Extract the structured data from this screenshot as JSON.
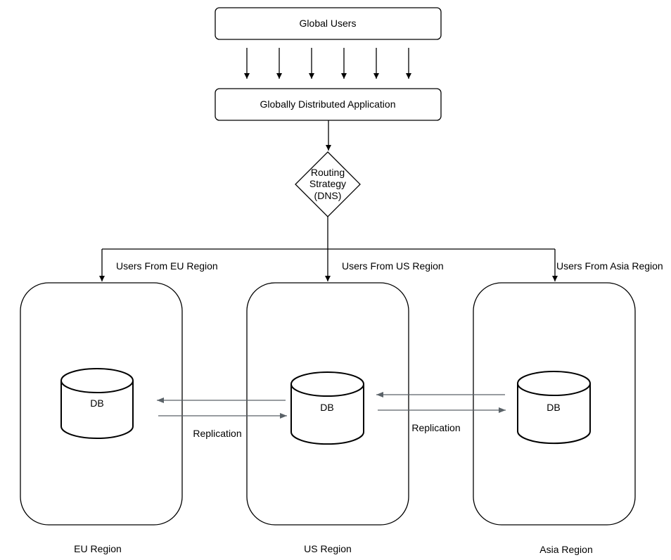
{
  "diagram": {
    "nodes": {
      "global_users": "Global Users",
      "app": "Globally Distributed Application",
      "routing": [
        "Routing",
        "Strategy",
        "(DNS)"
      ]
    },
    "edge_labels": {
      "eu": "Users From EU Region",
      "us": "Users From US Region",
      "asia": "Users From Asia Region",
      "replication_eu_us": "Replication",
      "replication_us_asia": "Replication"
    },
    "regions": {
      "eu": {
        "label": "EU Region",
        "db": "DB"
      },
      "us": {
        "label": "US Region",
        "db": "DB"
      },
      "asia": {
        "label": "Asia Region",
        "db": "DB"
      }
    }
  },
  "colors": {
    "stroke": "#000000",
    "replication_arrow": "#5a6268",
    "background": "#ffffff"
  }
}
